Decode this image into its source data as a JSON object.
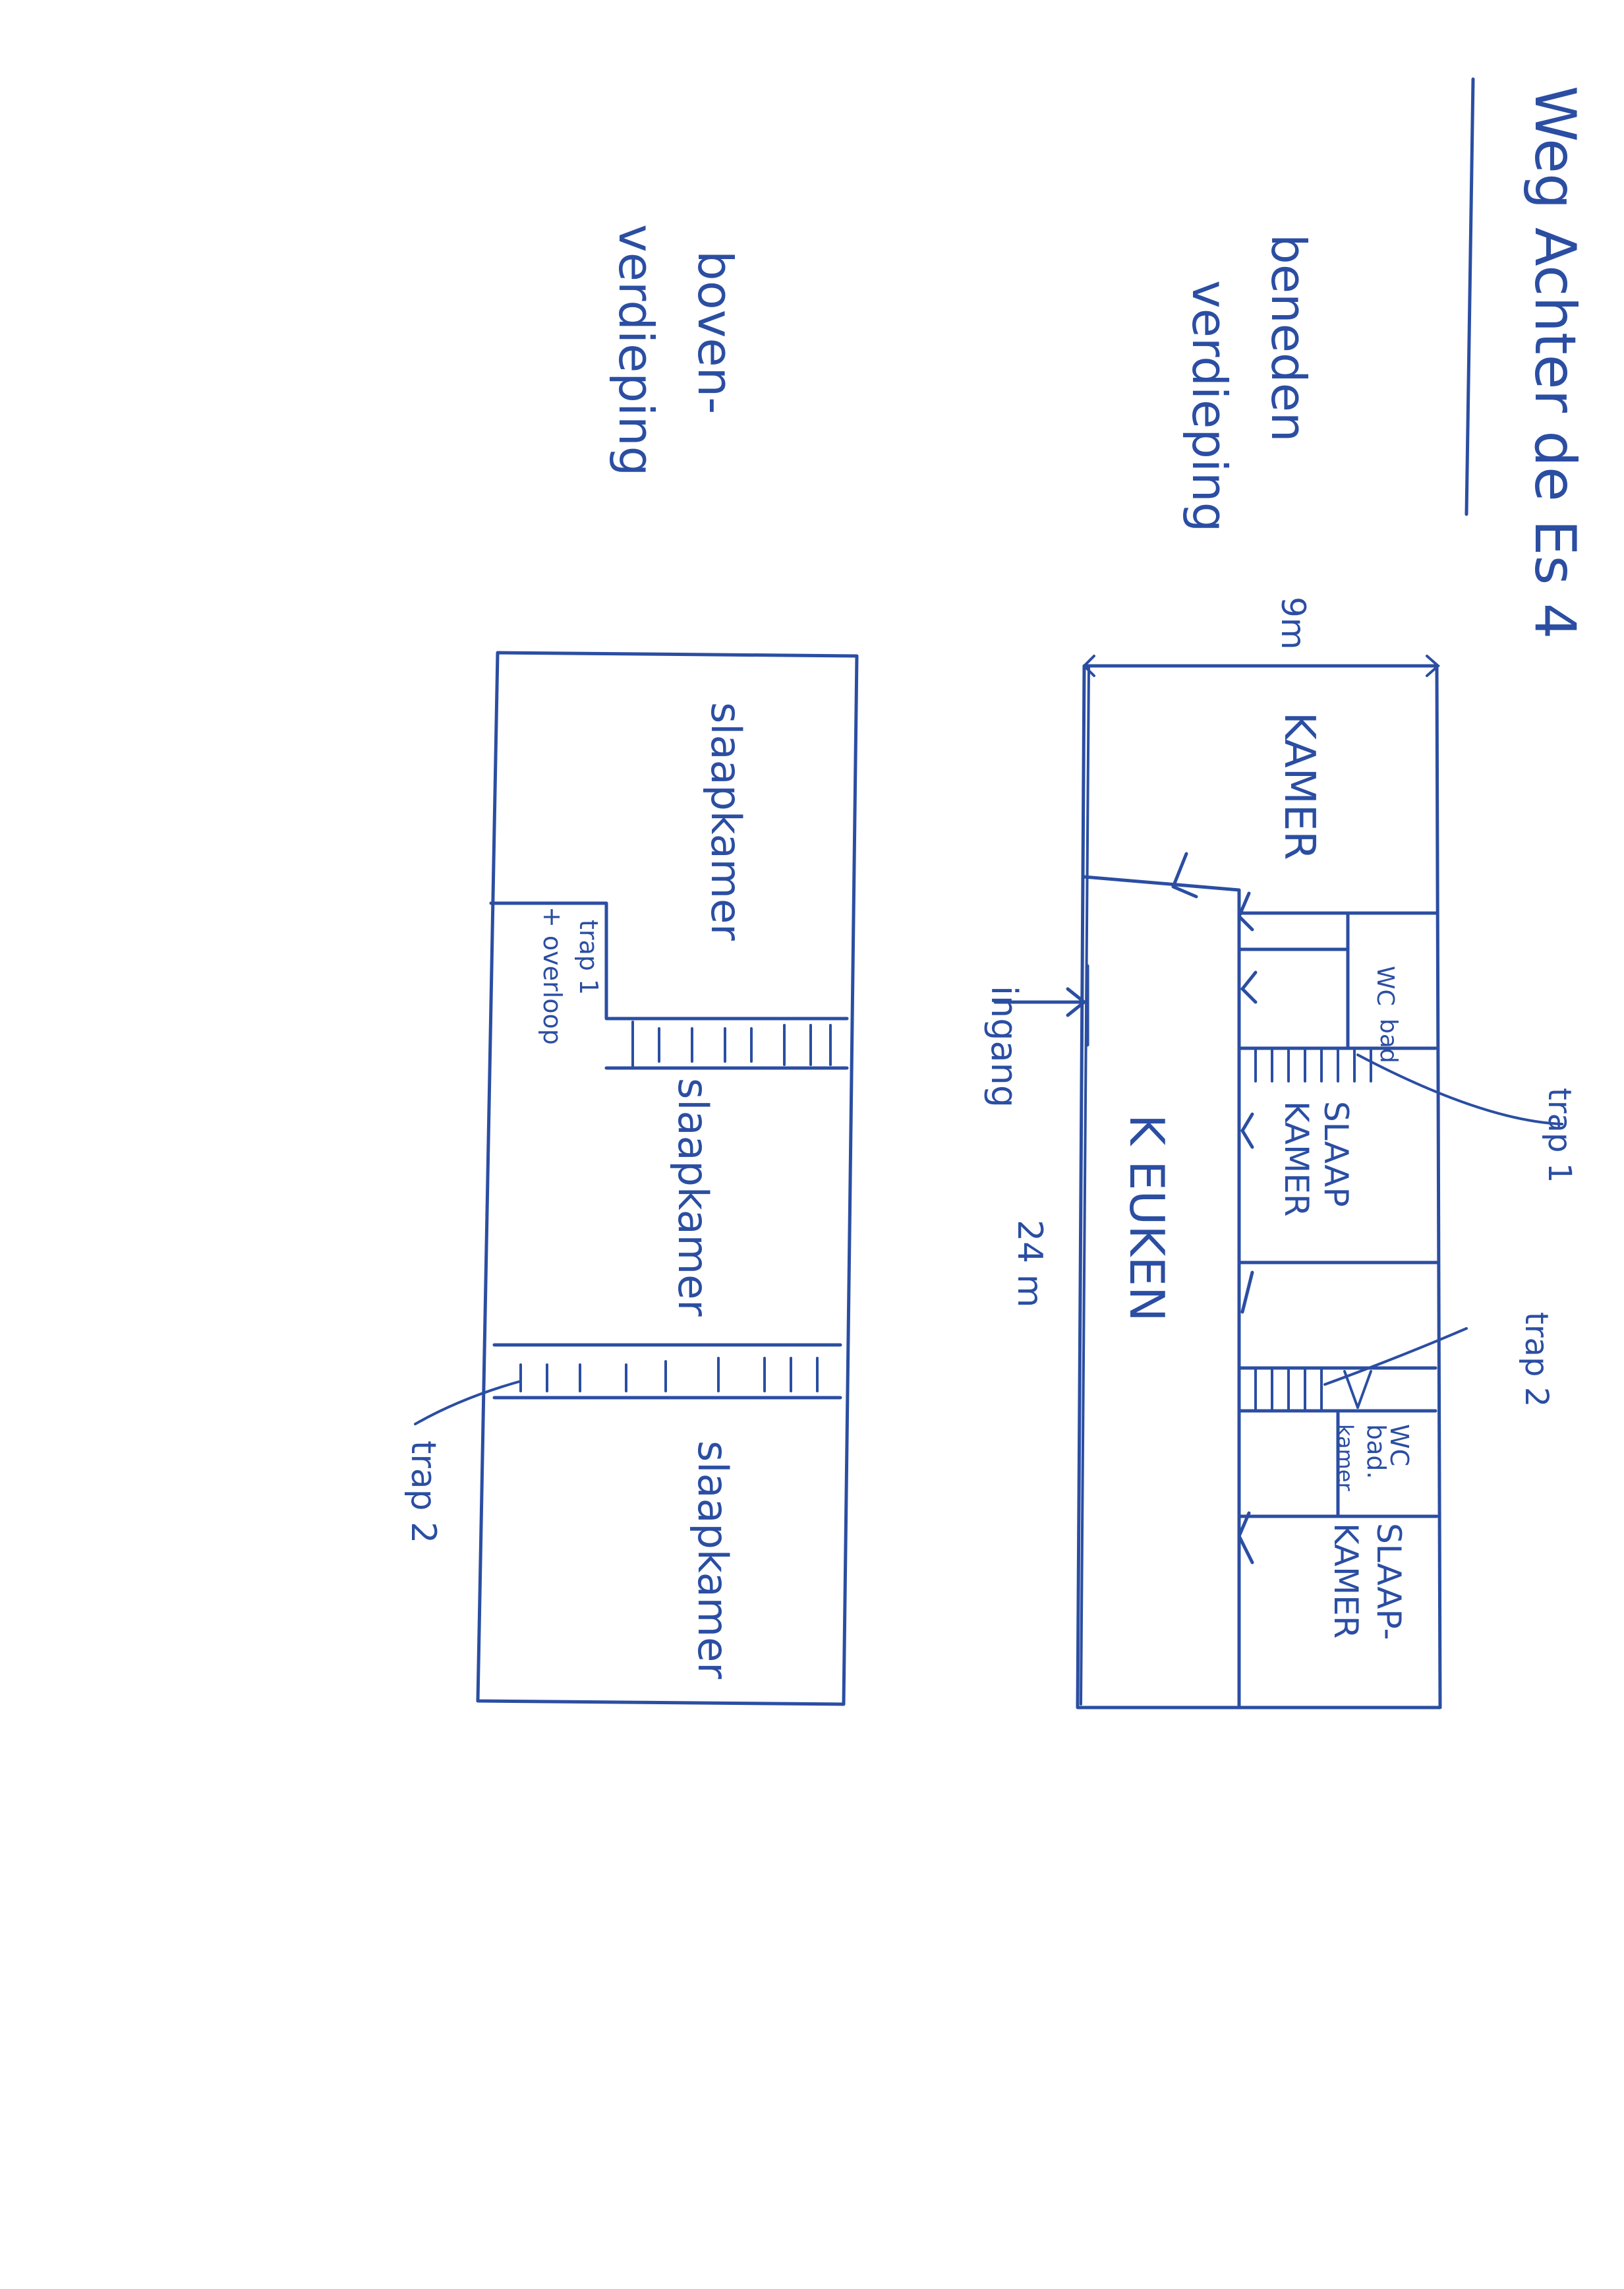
{
  "title": "Weg Achter de Es 4",
  "floors": {
    "ground": {
      "label_line1": "beneden",
      "label_line2": "verdieping",
      "dim_width": "9m",
      "dim_length": "24 m",
      "entrance": "ingang",
      "rooms": {
        "kamer": "KAMER",
        "keuken": "K EUKEN",
        "wc": "WC",
        "bad": "bad",
        "slaapkamer1_line1": "SLAAP",
        "slaapkamer1_line2": "KAMER",
        "wc2": "WC",
        "badkamer_line1": "bad.",
        "badkamer_line2": "kamer",
        "slaapkamer2_line1": "SLAAP-",
        "slaapkamer2_line2": "KAMER"
      },
      "trap1": "trap 1",
      "trap2": "trap 2"
    },
    "upper": {
      "label_line1": "boven-",
      "label_line2": "verdieping",
      "rooms": {
        "slaapkamer_a": "slaapkamer",
        "slaapkamer_b": "slaapkamer",
        "slaapkamer_c": "slaapkamer",
        "trap_line1": "trap 1",
        "trap_line2": "+ overloop"
      },
      "trap2": "trap 2"
    }
  },
  "colors": {
    "ink": "#2b4ea2",
    "paper": "#ffffff"
  }
}
